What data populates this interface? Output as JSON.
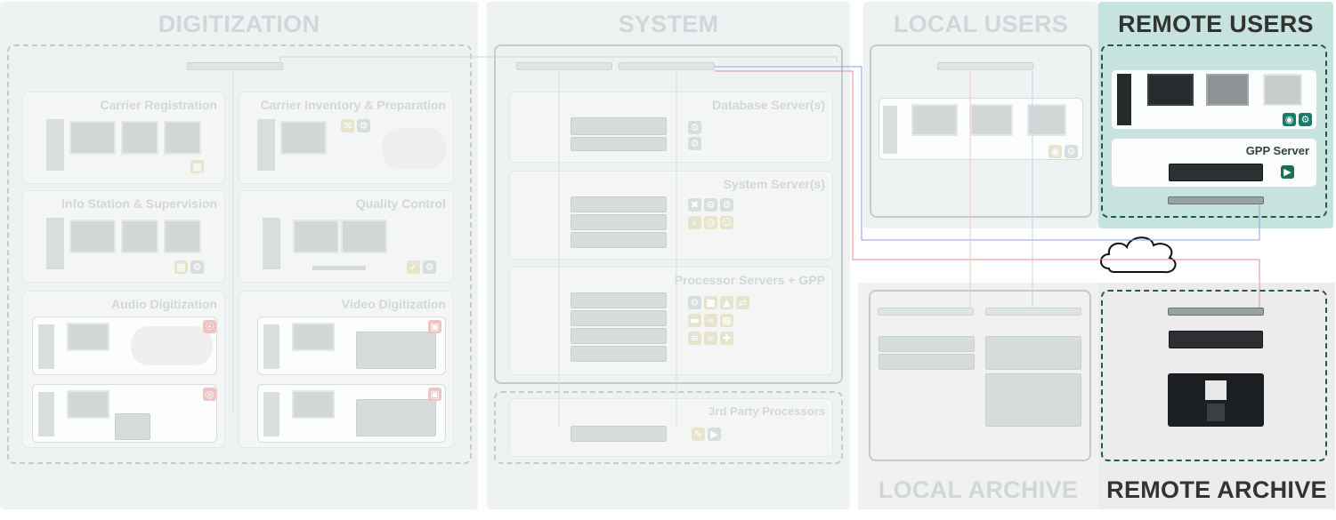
{
  "sections": {
    "digitization": "DIGITIZATION",
    "system": "SYSTEM",
    "local_users": "LOCAL USERS",
    "remote_users": "REMOTE USERS",
    "local_archive": "LOCAL ARCHIVE",
    "remote_archive": "REMOTE ARCHIVE"
  },
  "digitization_cards": {
    "carrier_registration": "Carrier Registration",
    "carrier_inventory": "Carrier Inventory & Preparation",
    "info_station": "Info Station & Supervision",
    "quality_control": "Quality Control",
    "audio_digitization": "Audio Digitization",
    "video_digitization": "Video Digitization"
  },
  "system_cards": {
    "database_servers": "Database Server(s)",
    "system_servers": "System Server(s)",
    "processor_servers": "Processor Servers + GPP",
    "third_party": "3rd Party Processors"
  },
  "remote": {
    "gpp_server": "GPP Server"
  },
  "icons": {
    "chat": "chat-icon",
    "settings": "gear-icon",
    "check": "check-icon",
    "cloud": "cloud-icon",
    "eye": "eye-icon",
    "terminal": "terminal-icon",
    "at": "at-icon",
    "tape": "tape-icon"
  },
  "colors": {
    "active_panel": "#c7e3de",
    "inactive_panel": "#eef2f2",
    "green_dash": "#1f5b4b",
    "link_blue": "#8f9fe6",
    "link_red": "#e58f8f"
  }
}
